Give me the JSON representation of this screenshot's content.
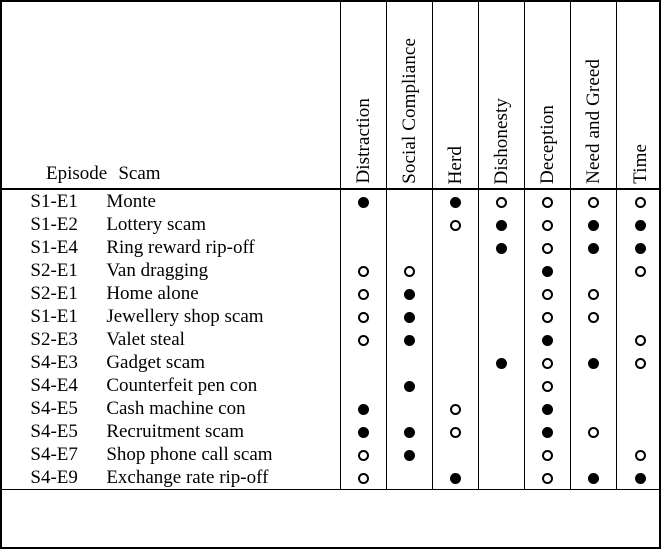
{
  "table": {
    "row_headers": [
      "Episode",
      "Scam"
    ],
    "columns": [
      "Distraction",
      "Social Compliance",
      "Herd",
      "Dishonesty",
      "Deception",
      "Need and Greed",
      "Time"
    ],
    "marker_legend": {
      "filled": "●",
      "hollow": "○",
      "empty": ""
    },
    "rows": [
      {
        "episode": "S1-E1",
        "scam": "Monte",
        "marks": [
          "filled",
          "empty",
          "filled",
          "hollow",
          "hollow",
          "hollow",
          "hollow"
        ]
      },
      {
        "episode": "S1-E2",
        "scam": "Lottery scam",
        "marks": [
          "empty",
          "empty",
          "hollow",
          "filled",
          "hollow",
          "filled",
          "filled"
        ]
      },
      {
        "episode": "S1-E4",
        "scam": "Ring reward rip-off",
        "marks": [
          "empty",
          "empty",
          "empty",
          "filled",
          "hollow",
          "filled",
          "filled"
        ]
      },
      {
        "episode": "S2-E1",
        "scam": "Van dragging",
        "marks": [
          "hollow",
          "hollow",
          "empty",
          "empty",
          "filled",
          "empty",
          "hollow"
        ]
      },
      {
        "episode": "S2-E1",
        "scam": "Home alone",
        "marks": [
          "hollow",
          "filled",
          "empty",
          "empty",
          "hollow",
          "hollow",
          "empty"
        ]
      },
      {
        "episode": "S1-E1",
        "scam": "Jewellery shop scam",
        "marks": [
          "hollow",
          "filled",
          "empty",
          "empty",
          "hollow",
          "hollow",
          "empty"
        ]
      },
      {
        "episode": "S2-E3",
        "scam": "Valet steal",
        "marks": [
          "hollow",
          "filled",
          "empty",
          "empty",
          "filled",
          "empty",
          "hollow"
        ]
      },
      {
        "episode": "S4-E3",
        "scam": "Gadget scam",
        "marks": [
          "empty",
          "empty",
          "empty",
          "filled",
          "hollow",
          "filled",
          "hollow"
        ]
      },
      {
        "episode": "S4-E4",
        "scam": "Counterfeit pen con",
        "marks": [
          "empty",
          "filled",
          "empty",
          "empty",
          "hollow",
          "empty",
          "empty"
        ]
      },
      {
        "episode": "S4-E5",
        "scam": "Cash machine con",
        "marks": [
          "filled",
          "empty",
          "hollow",
          "empty",
          "filled",
          "empty",
          "empty"
        ]
      },
      {
        "episode": "S4-E5",
        "scam": "Recruitment scam",
        "marks": [
          "filled",
          "filled",
          "hollow",
          "empty",
          "filled",
          "hollow",
          "empty"
        ]
      },
      {
        "episode": "S4-E7",
        "scam": "Shop phone call scam",
        "marks": [
          "hollow",
          "filled",
          "empty",
          "empty",
          "hollow",
          "empty",
          "hollow"
        ]
      },
      {
        "episode": "S4-E9",
        "scam": "Exchange rate rip-off",
        "marks": [
          "hollow",
          "empty",
          "filled",
          "empty",
          "hollow",
          "filled",
          "filled"
        ]
      }
    ]
  }
}
